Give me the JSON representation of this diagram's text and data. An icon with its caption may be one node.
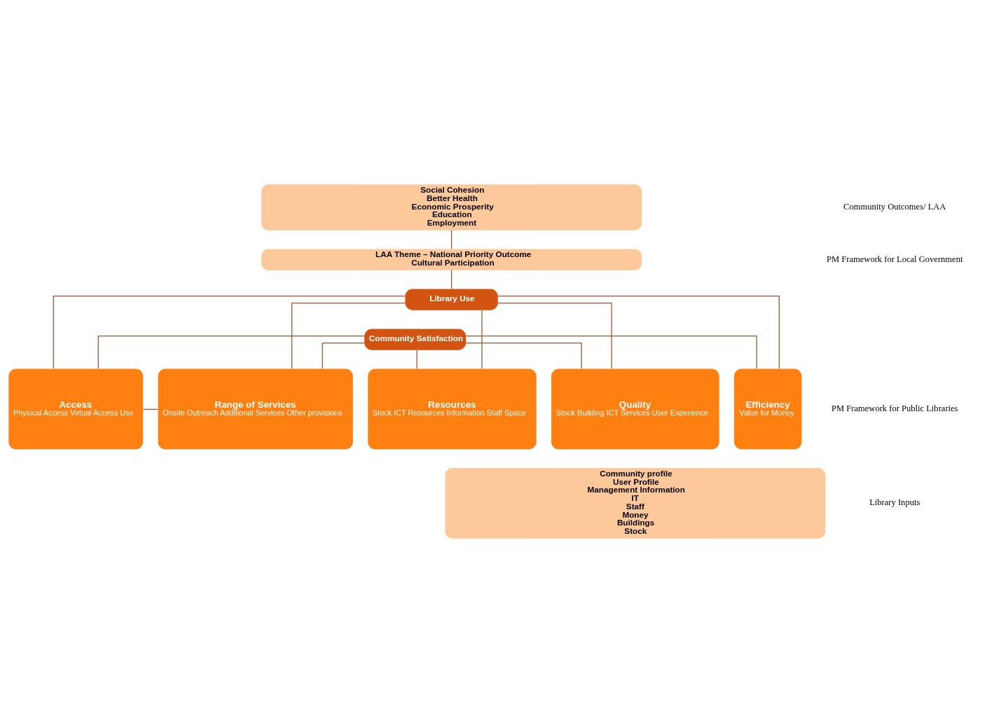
{
  "diagram": {
    "nodes": [
      {
        "text": [
          "Social Cohesion",
          "Better Health",
          "Economic Prosperity",
          "Education",
          "Employment"
        ]
      },
      {
        "text": [
          "LAA Theme – National Priority Outcome",
          "Cultural Participation"
        ]
      },
      {
        "text": [
          "Library Use"
        ]
      },
      {
        "text": [
          "Community Satisfaction"
        ]
      },
      {
        "text": [
          "Access",
          "Physical Access Virtual Access Use"
        ]
      },
      {
        "text": [
          "Resources",
          "Stock ICT Resources Information Staff Space"
        ]
      },
      {
        "text": [
          "Quality",
          "Stock Building ICT Services User Experience"
        ]
      },
      {
        "text": [
          "Efficiency",
          "Value for Money"
        ]
      },
      {
        "text": [
          "Range of Services",
          "Onsite Outreach Additional Services Other provisions"
        ]
      },
      {
        "text": [
          "Community profile",
          "User Profile",
          "Management Information",
          "IT",
          "Staff",
          "Money",
          "Buildings",
          "Stock"
        ]
      }
    ],
    "edges": [
      {
        "from": 0,
        "to": 1,
        "arrow": "none"
      },
      {
        "from": 1,
        "to": 2,
        "arrow": "none"
      },
      {
        "from": 2,
        "to": 4,
        "arrow": "none"
      },
      {
        "from": 2,
        "to": 5,
        "arrow": "none"
      },
      {
        "from": 2,
        "to": 6,
        "arrow": "none"
      },
      {
        "from": 2,
        "to": 7,
        "arrow": "none"
      },
      {
        "from": 2,
        "to": 8,
        "arrow": "none"
      },
      {
        "from": 3,
        "to": 4,
        "arrow": "none"
      },
      {
        "from": 3,
        "to": 5,
        "arrow": "none"
      },
      {
        "from": 3,
        "to": 6,
        "arrow": "none"
      },
      {
        "from": 3,
        "to": 7,
        "arrow": "none"
      },
      {
        "from": 3,
        "to": 8,
        "arrow": "none"
      },
      {
        "from": 4,
        "to": 8,
        "arrow": "none"
      }
    ],
    "labels": [
      "Community Outcomes/ LAA",
      "PM Framework for Local Government",
      "PM Framework for Public Libraries",
      "Library Inputs"
    ]
  }
}
